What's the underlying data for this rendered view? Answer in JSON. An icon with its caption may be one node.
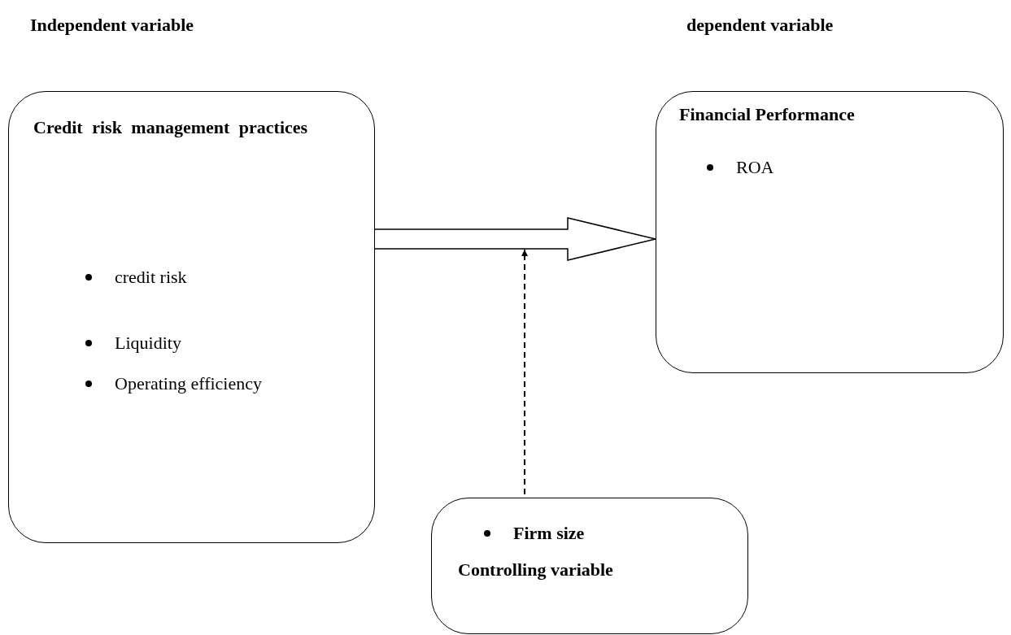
{
  "diagram": {
    "nodes": [
      {
        "text": [
          "Credit risk management practices",
          "credit risk",
          "Liquidity",
          "Operating efficiency"
        ]
      },
      {
        "text": [
          "Financial Performance",
          "ROA"
        ]
      },
      {
        "text": [
          "Firm size",
          "Controlling variable"
        ]
      }
    ],
    "edges": [
      {
        "from": 0,
        "to": 1,
        "arrow": "to",
        "style": "thick"
      },
      {
        "from": 2,
        "to": null,
        "arrow": "to",
        "style": "dashed"
      }
    ],
    "labels": [
      "Independent variable",
      "dependent variable"
    ]
  }
}
